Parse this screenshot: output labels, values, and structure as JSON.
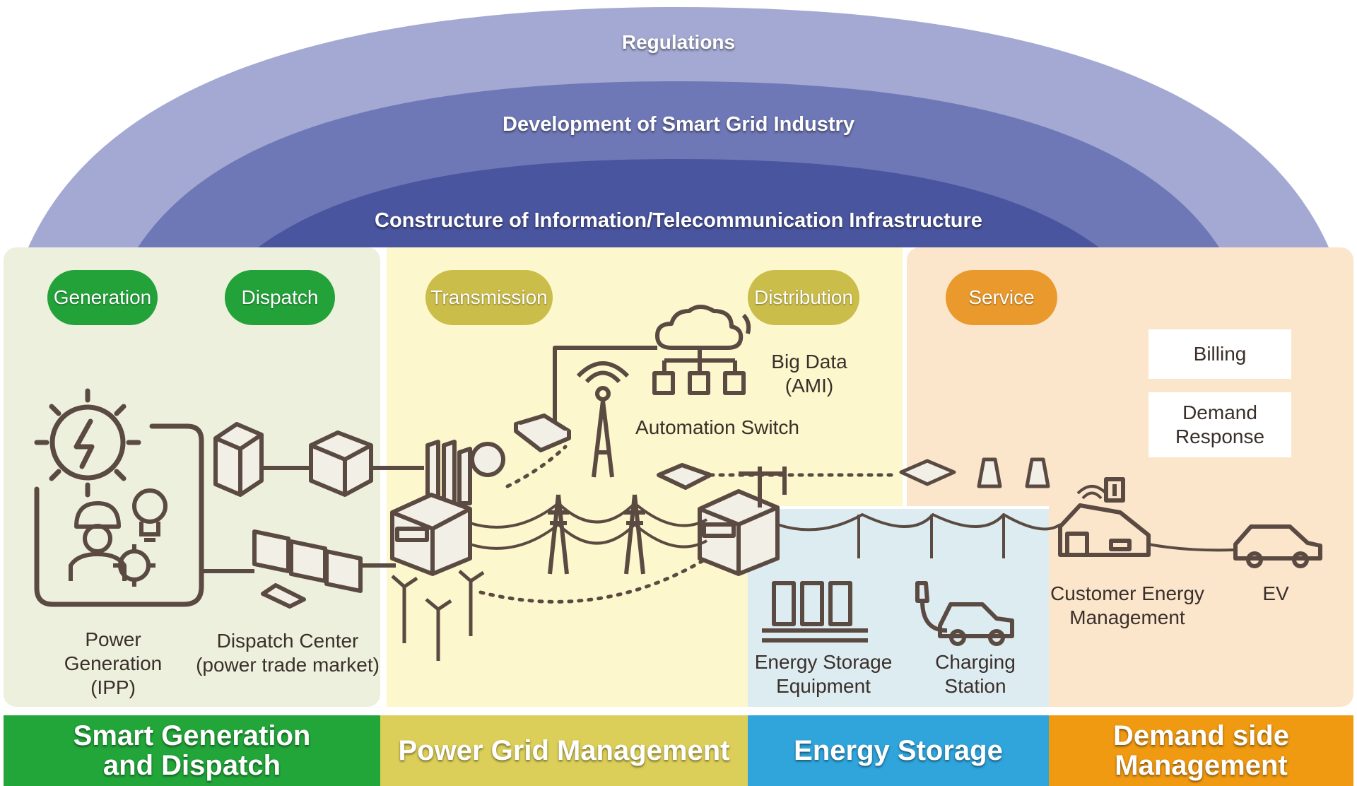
{
  "arcs": {
    "regulations": "Regulations",
    "industry": "Development of Smart Grid Industry",
    "infrastructure": "Constructure of Information/Telecommunication Infrastructure"
  },
  "pills": {
    "generation": "Generation",
    "dispatch": "Dispatch",
    "transmission": "Transmission",
    "distribution": "Distribution",
    "service": "Service"
  },
  "labels": {
    "power_generation": "Power\nGeneration\n(IPP)",
    "dispatch_center": "Dispatch Center\n(power trade market)",
    "big_data": "Big Data\n(AMI)",
    "automation_switch": "Automation Switch",
    "energy_storage_equipment": "Energy Storage\nEquipment",
    "charging_station": "Charging\nStation",
    "customer_energy_management": "Customer Energy\nManagement",
    "ev": "EV"
  },
  "cards": {
    "billing": "Billing",
    "demand_response": "Demand\nResponse"
  },
  "bands": {
    "smart_generation": "Smart Generation\nand Dispatch",
    "power_grid": "Power Grid Management",
    "energy_storage": "Energy Storage",
    "demand_side": "Demand side\nManagement"
  },
  "colors": {
    "arc_outer": "#a3a9d2",
    "arc_middle": "#6f78b7",
    "arc_inner": "#4a559f",
    "panel_generation": "#edf0dc",
    "panel_grid": "#fcf7cc",
    "panel_demand": "#fbe6cc",
    "panel_storage": "#dcecf1",
    "pill_green": "#23a23a",
    "pill_olive": "#cbbd4a",
    "pill_orange": "#ea9a2c",
    "band_green": "#22a63a",
    "band_olive": "#dccf59",
    "band_blue": "#2fa5dc",
    "band_orange": "#f09a12",
    "icon_stroke": "#5a4a42"
  }
}
